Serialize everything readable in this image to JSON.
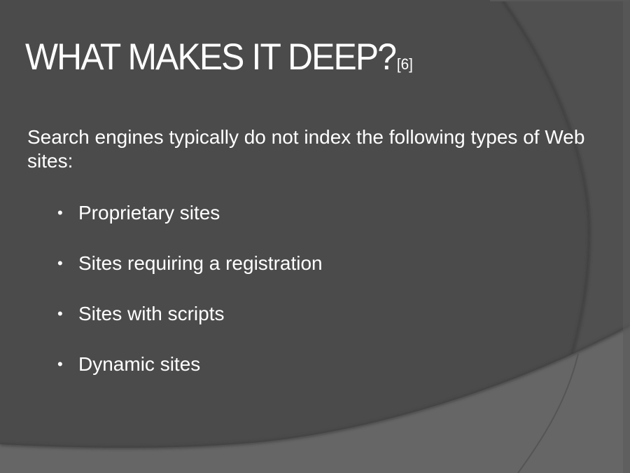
{
  "slide": {
    "title": "WHAT MAKES IT DEEP?",
    "title_reference": "[6]",
    "intro": "Search engines typically do not index the following types of Web sites:",
    "bullets": [
      {
        "label": "Proprietary sites"
      },
      {
        "label": "Sites requiring a registration"
      },
      {
        "label": "Sites with scripts"
      },
      {
        "label": "Dynamic sites"
      }
    ],
    "bullet_glyph": "•"
  },
  "theme": {
    "background": "#4b4b4b",
    "lower_band": "#666666",
    "right_panel": "#505050",
    "text_color": "#ffffff"
  }
}
